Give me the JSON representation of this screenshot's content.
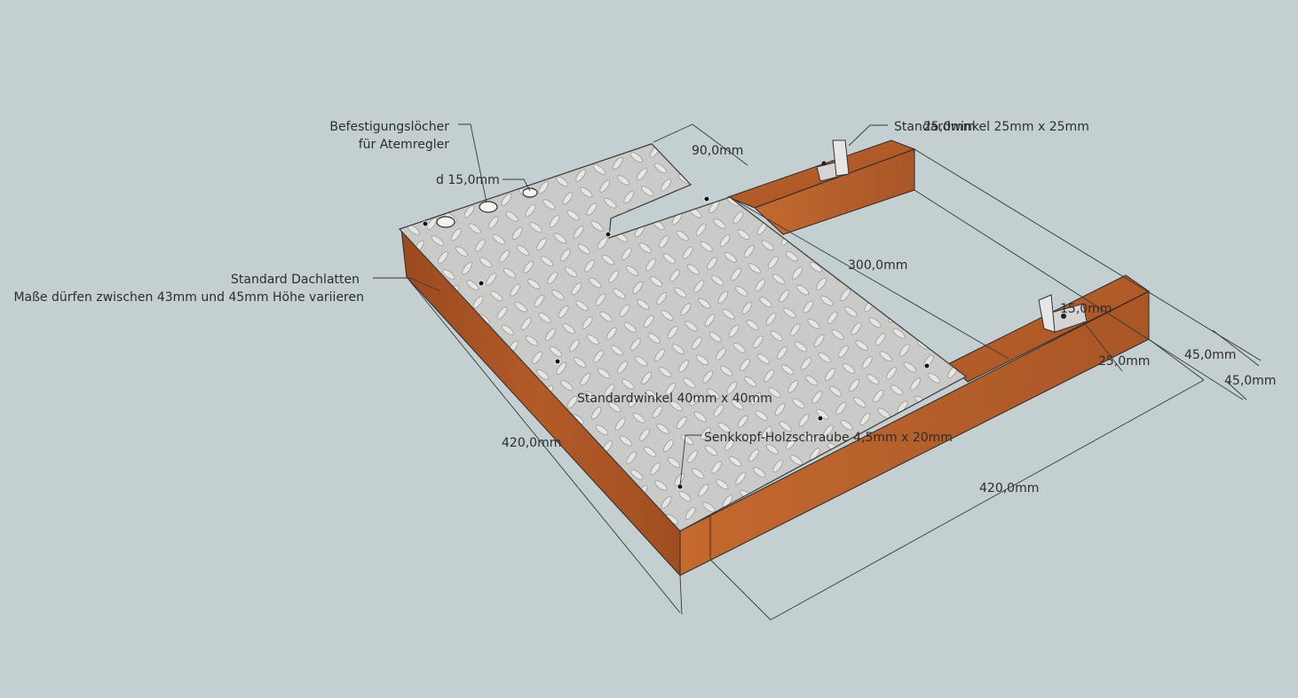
{
  "colors": {
    "background": "#c3cfd0",
    "wood_front": "#a85423",
    "wood_side": "#b8602a",
    "wood_top": "#b05a28",
    "plate": "#c9c9c7",
    "dim_line": "#3a3a3a",
    "text": "#2d2d2d"
  },
  "labels": {
    "holes_line1": "Befestigungslöcher",
    "holes_line2": "für Atemregler",
    "hole_diameter": "d 15,0mm",
    "dim_cutout": "90,0mm",
    "bracket_small_overlap": "25,0mm",
    "bracket_small": "Standardwinkel 25mm x 25mm",
    "battens_line1": "Standard Dachlatten",
    "battens_line2": "Maße dürfen zwischen 43mm und 45mm Höhe variieren",
    "dim_inner": "300,0mm",
    "dim_small_15": "15,0mm",
    "dim_25": "25,0mm",
    "dim_45_a": "45,0mm",
    "dim_45_b": "45,0mm",
    "bracket_large": "Standardwinkel 40mm x 40mm",
    "screw": "Senkkopf-Holzschraube 4,5mm x 20mm",
    "dim_left": "420,0mm",
    "dim_bottom": "420,0mm"
  }
}
